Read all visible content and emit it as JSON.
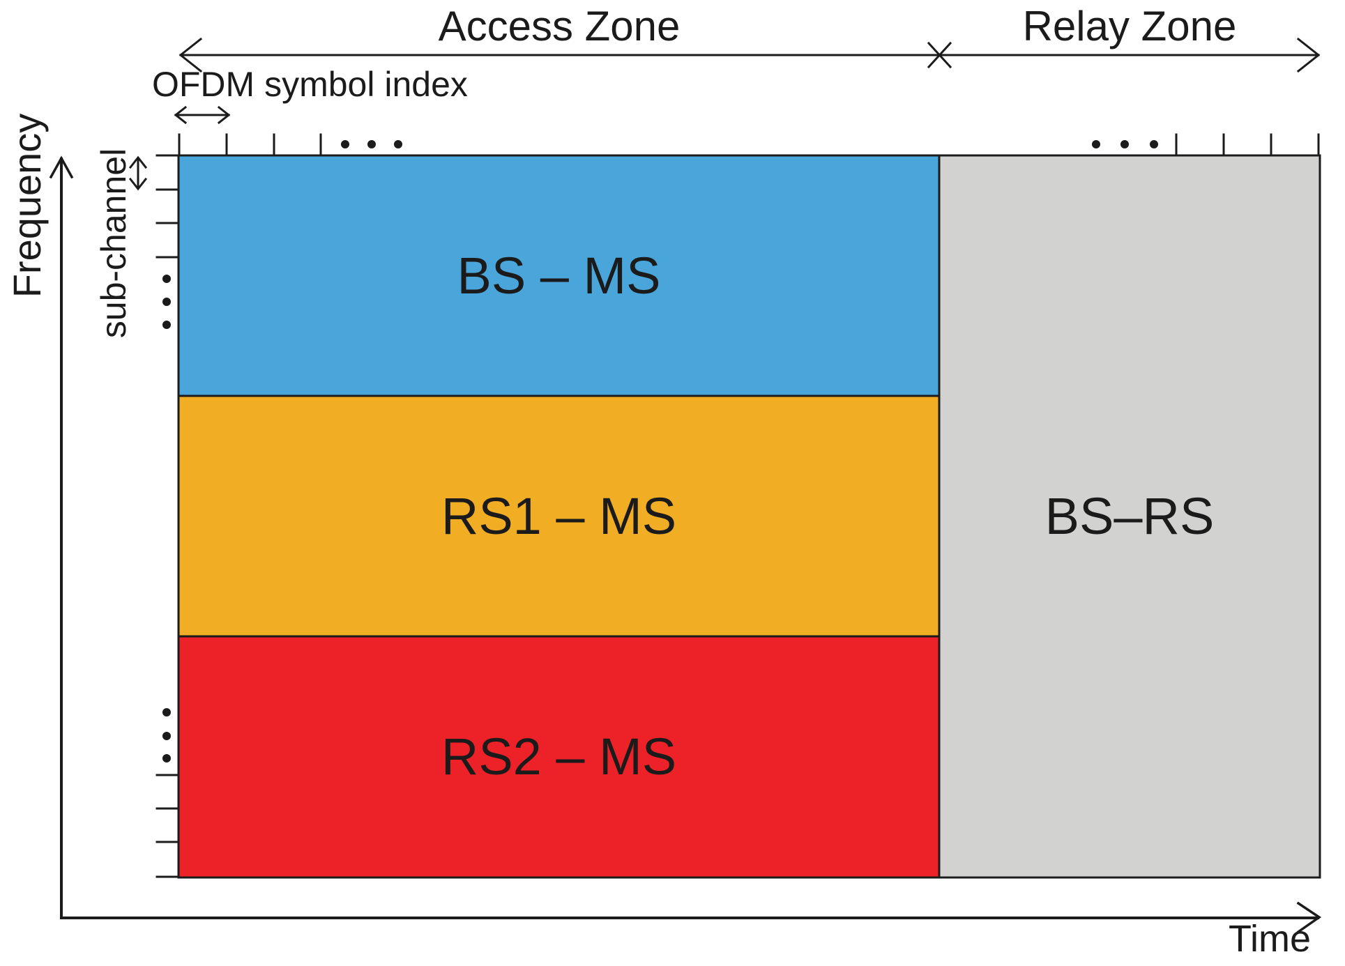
{
  "title_implied": "OFDMA frame structure with access and relay zones",
  "zones": {
    "access_label": "Access Zone",
    "relay_label": "Relay Zone"
  },
  "axes": {
    "x_label": "Time",
    "y_label": "Frequency"
  },
  "annotations": {
    "ofdm_symbol_label": "OFDM symbol index",
    "subchannel_label": "sub-channel"
  },
  "blocks": [
    {
      "id": "bs-ms",
      "label": "BS – MS",
      "zone": "access",
      "color": "#4AA6DA"
    },
    {
      "id": "rs1-ms",
      "label": "RS1 – MS",
      "zone": "access",
      "color": "#F1AD24"
    },
    {
      "id": "rs2-ms",
      "label": "RS2 – MS",
      "zone": "access",
      "color": "#ED2228"
    },
    {
      "id": "bs-rs",
      "label": "BS–RS",
      "zone": "relay",
      "color": "#D2D2D1"
    }
  ],
  "colors": {
    "ink": "#1B1B1B",
    "background": "#FFFFFF"
  }
}
